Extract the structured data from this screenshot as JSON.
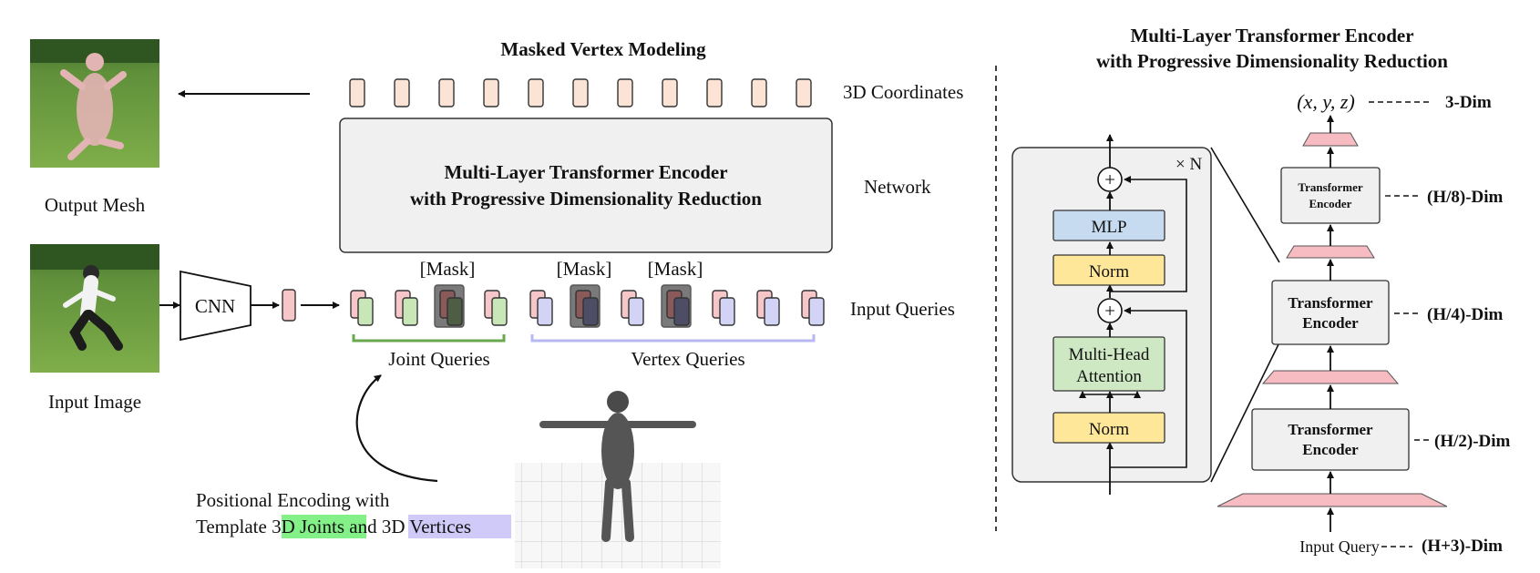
{
  "left": {
    "title": "Masked Vertex Modeling",
    "encoder_line1": "Multi-Layer Transformer Encoder",
    "encoder_line2": "with Progressive Dimensionality Reduction",
    "labels": {
      "coords": "3D Coordinates",
      "network": "Network",
      "queries": "Input Queries",
      "output_mesh": "Output Mesh",
      "input_image": "Input Image",
      "cnn": "CNN",
      "joint_queries": "Joint Queries",
      "vertex_queries": "Vertex Queries",
      "mask": "[Mask]"
    },
    "caption": {
      "line1": "Positional Encoding with",
      "prefix": "Template ",
      "joints": "3D Joints",
      "and": " and ",
      "vertices": "3D Vertices"
    }
  },
  "right": {
    "title_line1": "Multi-Layer Transformer Encoder",
    "title_line2": "with Progressive Dimensionality Reduction",
    "block": {
      "repeat": "× N",
      "mlp": "MLP",
      "norm": "Norm",
      "attn_line1": "Multi-Head",
      "attn_line2": "Attention",
      "plus": "+"
    },
    "stack": {
      "encoder_line1": "Transformer",
      "encoder_line2": "Encoder",
      "output": "(x, y, z)",
      "input": "Input Query",
      "dims": [
        "3-Dim",
        "(H/8)-Dim",
        "(H/4)-Dim",
        "(H/2)-Dim",
        "(H+3)-Dim"
      ]
    }
  },
  "colors": {
    "coord_token": "#fbe4d6",
    "image_token": "#f7c6c9",
    "joint_token": "#c9e6b8",
    "vertex_token": "#d3d3f5",
    "mask_bg": "#7a7a7a",
    "mlp": "#c6daf0",
    "norm": "#ffe79a",
    "attention": "#cfe8c4",
    "panel": "#f0f0f0",
    "trapezoid": "#f6bcc2",
    "joint_highlight": "#84f088",
    "vertex_highlight": "#cfcaf7",
    "joint_bracket": "#6aa84f",
    "vertex_bracket": "#b8b8f0"
  }
}
